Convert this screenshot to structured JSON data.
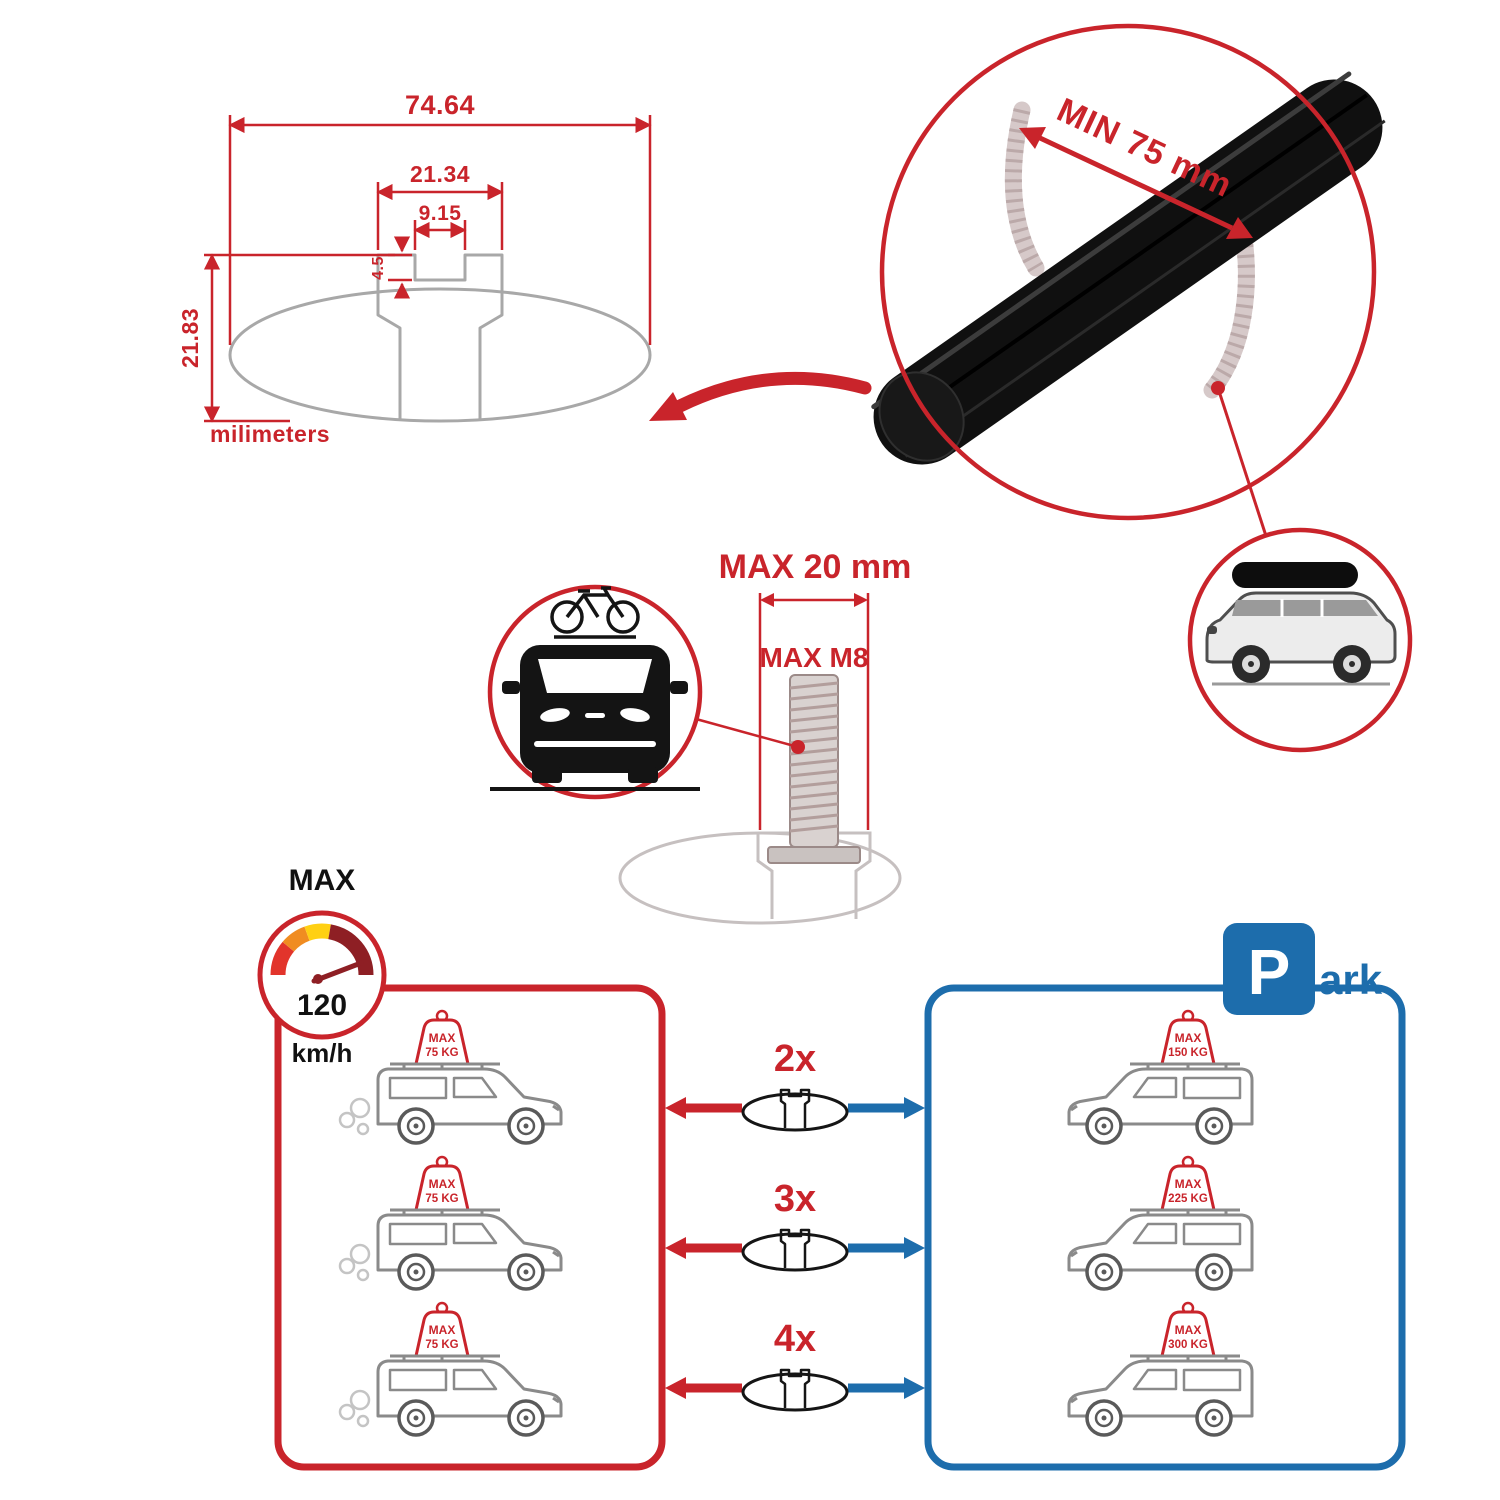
{
  "colors": {
    "accent_red": "#c9242b",
    "accent_blue": "#1d6dac",
    "bar_black": "#101010"
  },
  "tech_drawing": {
    "dim_total_width": "74.64",
    "dim_channel_width": "21.34",
    "dim_slot_width": "9.15",
    "dim_slot_depth": "4.5",
    "dim_total_height": "21.83",
    "units": "milimeters"
  },
  "bar_detail": {
    "min_label": "MIN 75 mm"
  },
  "bolt": {
    "max_width": "MAX 20 mm",
    "max_thread": "MAX M8"
  },
  "gauge": {
    "label": "MAX",
    "value": "120",
    "unit": "km/h"
  },
  "park": {
    "p": "P",
    "ark": "ark"
  },
  "comparison": {
    "rows": [
      {
        "count": "2x",
        "drive": {
          "l1": "MAX",
          "l2": "75 KG"
        },
        "park": {
          "l1": "MAX",
          "l2": "150 KG"
        }
      },
      {
        "count": "3x",
        "drive": {
          "l1": "MAX",
          "l2": "75 KG"
        },
        "park": {
          "l1": "MAX",
          "l2": "225 KG"
        }
      },
      {
        "count": "4x",
        "drive": {
          "l1": "MAX",
          "l2": "75 KG"
        },
        "park": {
          "l1": "MAX",
          "l2": "300 KG"
        }
      }
    ]
  }
}
